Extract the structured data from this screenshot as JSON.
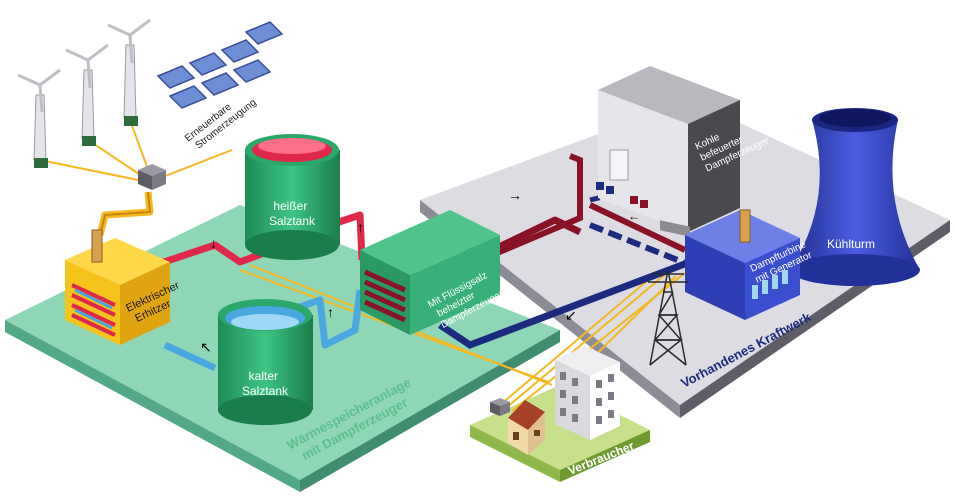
{
  "labels": {
    "renewables": "Erneuerbare Stromerzeugung",
    "renewables_line1": "Erneuerbare",
    "renewables_line2": "Stromerzeugung",
    "hot_tank_line1": "heißer",
    "hot_tank_line2": "Salztank",
    "cold_tank_line1": "kalter",
    "cold_tank_line2": "Salztank",
    "heater_line1": "Elektrischer",
    "heater_line2": "Erhitzer",
    "steam_gen_line1": "Mit Flüssigsalz",
    "steam_gen_line2": "beheizter",
    "steam_gen_line3": "Dampferzeuger",
    "coal_line1": "Kohle",
    "coal_line2": "befeuerter",
    "coal_line3": "Dampferzeuger",
    "turbine_line1": "Dampfturbine",
    "turbine_line2": "mit Generator",
    "cooling_tower": "Kühlturm",
    "power_plant": "Vorhandenes Kraftwerk",
    "storage_line1": "Wärmespeicheranlage",
    "storage_line2": "mit Dampferzeuger",
    "consumer": "Verbraucher"
  },
  "colors": {
    "green_platform": "#8fd6b6",
    "grey_platform": "#d8d8e0",
    "hot_pipe": "#e0284a",
    "hot_pipe_dark": "#8a1226",
    "cold_pipe": "#4aa8e0",
    "cold_pipe_dark": "#1c2b80",
    "power_line": "#f5b820",
    "tank_green": "#2aa86a",
    "turbine_blue": "#3a4fd0",
    "tower_blue": "#2f3fb8",
    "coal_grey": "#4a4a4e"
  }
}
